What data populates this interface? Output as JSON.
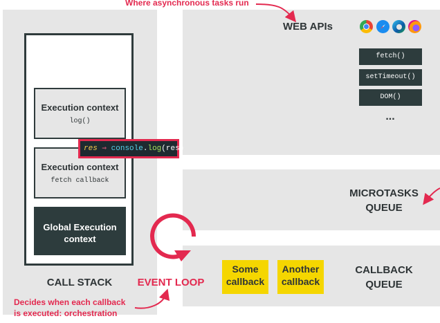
{
  "annotations": {
    "top": "Where asynchronous tasks run",
    "bottom_line1": "Decides when each callback",
    "bottom_line2_prefix": "is executed: ",
    "bottom_line2_highlight": "orchestration"
  },
  "call_stack": {
    "title": "CALL STACK",
    "contexts": [
      {
        "title": "Execution context",
        "sub": "log()"
      },
      {
        "title": "Execution context",
        "sub": "fetch callback"
      },
      {
        "title_line1": "Global Execution",
        "title_line2": "context"
      }
    ]
  },
  "code_snippet": {
    "param": "res",
    "arrow": "⇒",
    "object": "console",
    "dot": ".",
    "method": "log",
    "args": "(res)"
  },
  "web_apis": {
    "title": "WEB APIs",
    "items": [
      "fetch()",
      "setTimeout()",
      "DOM()"
    ],
    "more": "...",
    "browser_icons": [
      "chrome-icon",
      "safari-icon",
      "edge-icon",
      "firefox-icon"
    ]
  },
  "microtasks": {
    "line1": "MICROTASKS",
    "line2": "QUEUE"
  },
  "callback_queue": {
    "line1": "CALLBACK",
    "line2": "QUEUE",
    "items": [
      {
        "line1": "Some",
        "line2": "callback"
      },
      {
        "line1": "Another",
        "line2": "callback"
      }
    ]
  },
  "event_loop": {
    "label": "EVENT LOOP"
  },
  "colors": {
    "accent": "#e3294f",
    "panel": "#e6e6e6",
    "dark": "#2d3c3d",
    "callback": "#f5d600"
  }
}
